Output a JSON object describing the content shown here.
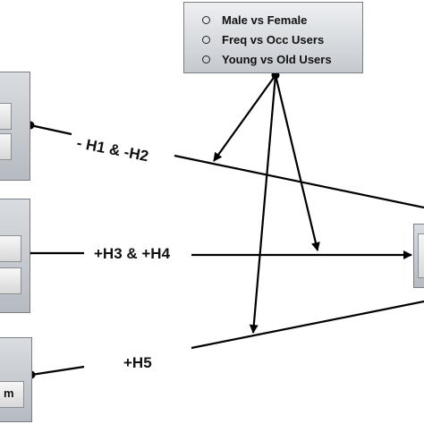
{
  "moderators": {
    "items": [
      "Male vs Female",
      "Freq vs Occ Users",
      "Young vs Old Users"
    ]
  },
  "hypotheses": {
    "h1_h2": "- H1 & -H2",
    "h3_h4": "+H3 & +H4",
    "h5": "+H5"
  },
  "left_boxes": {
    "bottom_partial_text": "m"
  }
}
